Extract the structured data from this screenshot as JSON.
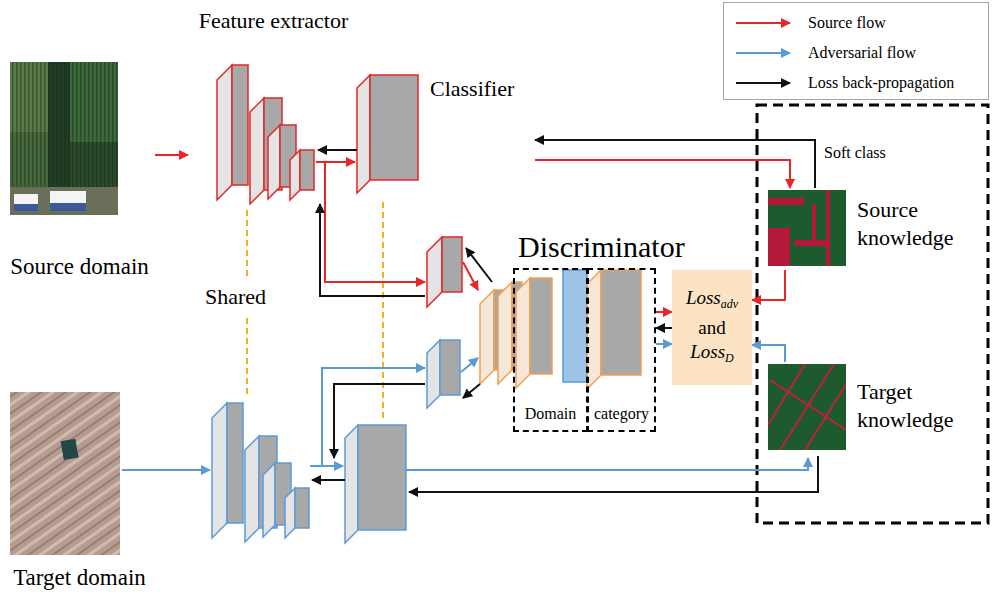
{
  "diagram": {
    "nodes": [
      {
        "text": [
          "Source domain"
        ]
      },
      {
        "text": [
          "Feature extractor"
        ]
      },
      {
        "text": [
          "Classifier"
        ]
      },
      {
        "text": [
          "Discriminator"
        ]
      },
      {
        "text": [
          "Domain"
        ],
        "in": 3
      },
      {
        "text": [
          "category"
        ],
        "in": 3
      },
      {
        "text": [
          "Loss",
          "adv",
          "and",
          "Loss",
          "D"
        ]
      },
      {
        "text": [
          "Source knowledge"
        ]
      },
      {
        "text": [
          "Target knowledge"
        ]
      },
      {
        "text": [
          "Target domain"
        ]
      }
    ],
    "edges": [
      {
        "from": 0,
        "to": 1,
        "arrow": "to"
      },
      {
        "from": 2,
        "to": 7,
        "arrow": "to"
      },
      {
        "from": 7,
        "to": 2,
        "arrow": "to",
        "label": "Soft class"
      },
      {
        "from": 5,
        "to": 6,
        "arrow": "to"
      },
      {
        "from": 6,
        "to": 5,
        "arrow": "to"
      },
      {
        "from": 5,
        "to": 6,
        "arrow": "to"
      },
      {
        "from": 7,
        "to": 6,
        "arrow": "to"
      },
      {
        "from": 8,
        "to": 6,
        "arrow": "to"
      }
    ],
    "labels": [
      "Shared"
    ],
    "legend": [
      {
        "text": "Source flow"
      },
      {
        "text": "Adversarial flow"
      },
      {
        "text": "Loss back-propagation"
      }
    ]
  }
}
